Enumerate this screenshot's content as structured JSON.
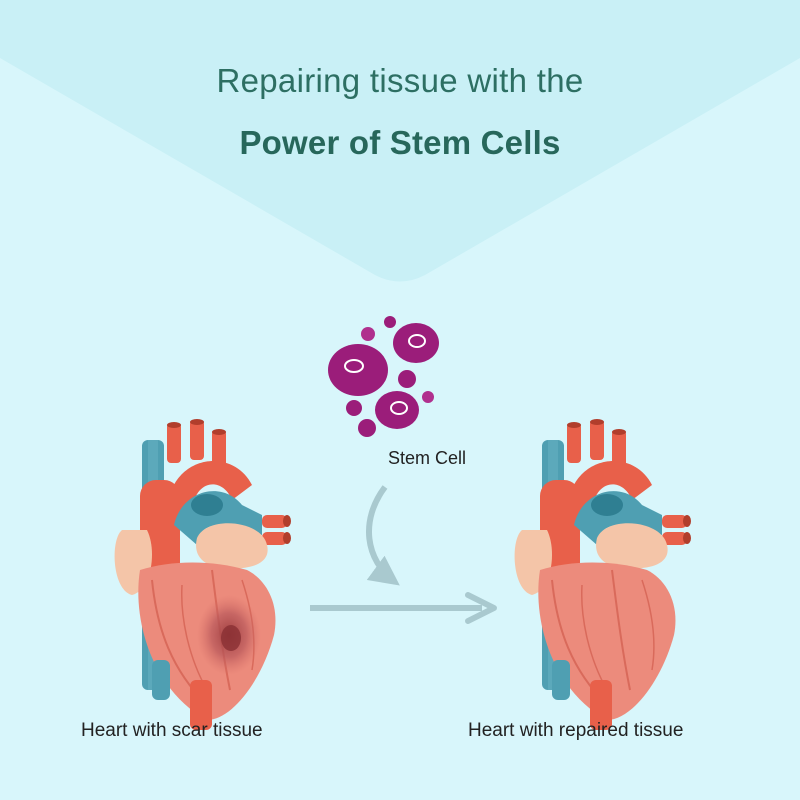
{
  "header": {
    "line1": "Repairing tissue with the",
    "line2": "Power of Stem Cells"
  },
  "labels": {
    "stem_cell": "Stem Cell",
    "heart_scar": "Heart with scar tissue",
    "heart_repaired": "Heart with repaired tissue"
  },
  "colors": {
    "background": "#d8f6fb",
    "banner": "#c9f0f6",
    "title": "#2d6f63",
    "stem_cell": "#9b1d7a",
    "heart_body": "#ec8b7c",
    "artery": "#e8604a",
    "vein": "#4f9fb2",
    "arrow": "#a9c9cf"
  },
  "icons": {
    "stem_cells": "stem-cell-cluster-icon",
    "heart_left": "heart-scar-icon",
    "heart_right": "heart-repaired-icon"
  }
}
